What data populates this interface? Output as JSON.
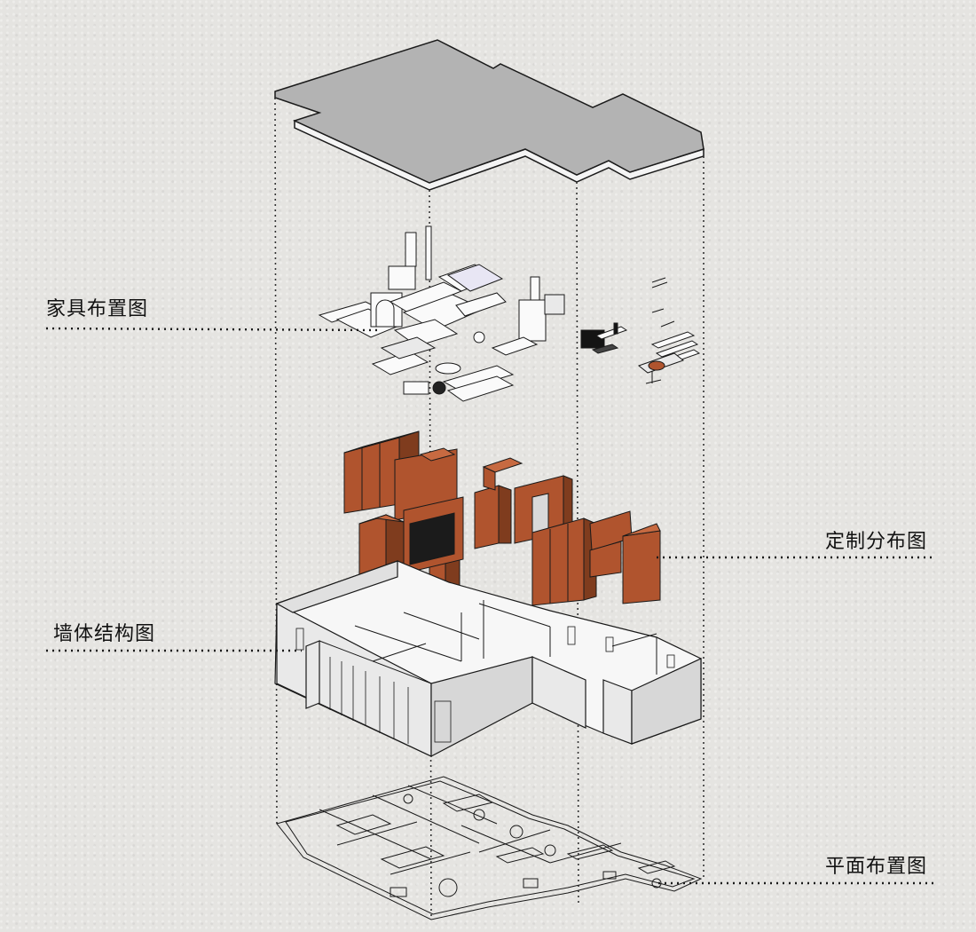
{
  "labels": {
    "furniture": "家具布置图",
    "custom": "定制分布图",
    "walls": "墙体结构图",
    "plan": "平面布置图"
  },
  "colors": {
    "background": "#e5e4e1",
    "roof": "#b3b3b3",
    "cabinet": "#b0542e",
    "wall": "#ebebeb",
    "line": "#1a1a1a"
  }
}
